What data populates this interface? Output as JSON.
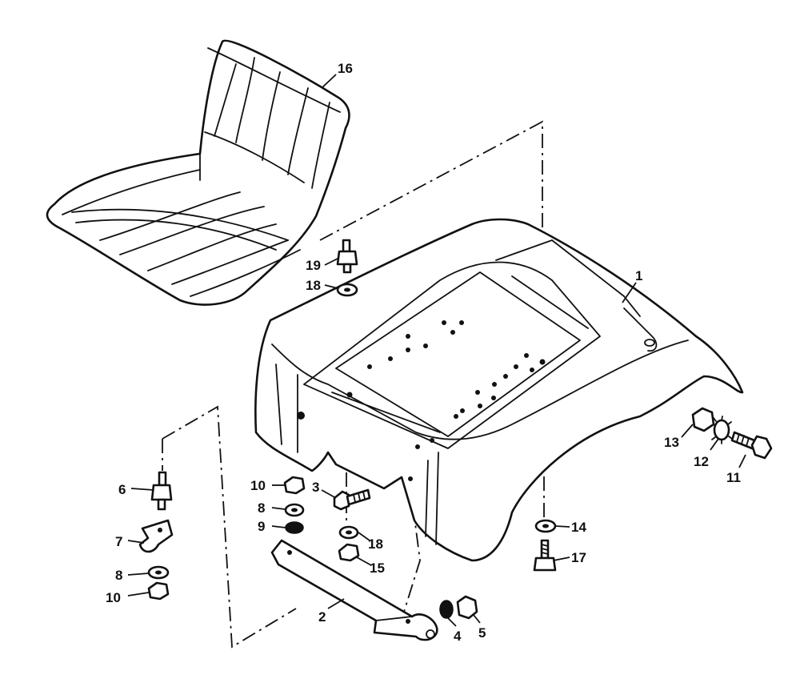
{
  "callouts": {
    "c1": "1",
    "c2": "2",
    "c3": "3",
    "c4": "4",
    "c5": "5",
    "c6": "6",
    "c7": "7",
    "c8a": "8",
    "c8b": "8",
    "c9": "9",
    "c10a": "10",
    "c10b": "10",
    "c11": "11",
    "c12": "12",
    "c13": "13",
    "c14": "14",
    "c15": "15",
    "c16": "16",
    "c17": "17",
    "c18a": "18",
    "c18b": "18",
    "c19": "19"
  }
}
